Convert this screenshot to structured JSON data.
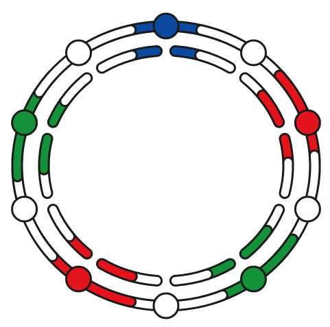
{
  "colors": {
    "outline": "#1a1a1a",
    "white": "#ffffff",
    "blue": "#0b4a9e",
    "red": "#e3141b",
    "green": "#13923a"
  },
  "diagram": {
    "ring_segments": [
      {
        "id": "top",
        "color": "blue",
        "bead": "blue"
      },
      {
        "id": "top-right",
        "color": "white",
        "bead": "white"
      },
      {
        "id": "right-upper",
        "color": "red",
        "bead": "red"
      },
      {
        "id": "right-lower",
        "color": "white",
        "bead": "white"
      },
      {
        "id": "bottom-right",
        "color": "green",
        "bead": "green"
      },
      {
        "id": "bottom",
        "color": "white",
        "bead": "white"
      },
      {
        "id": "bottom-left",
        "color": "red",
        "bead": "red"
      },
      {
        "id": "left-lower",
        "color": "white",
        "bead": "white"
      },
      {
        "id": "left-upper",
        "color": "green",
        "bead": "green"
      },
      {
        "id": "top-left",
        "color": "white",
        "bead": "white"
      }
    ]
  }
}
